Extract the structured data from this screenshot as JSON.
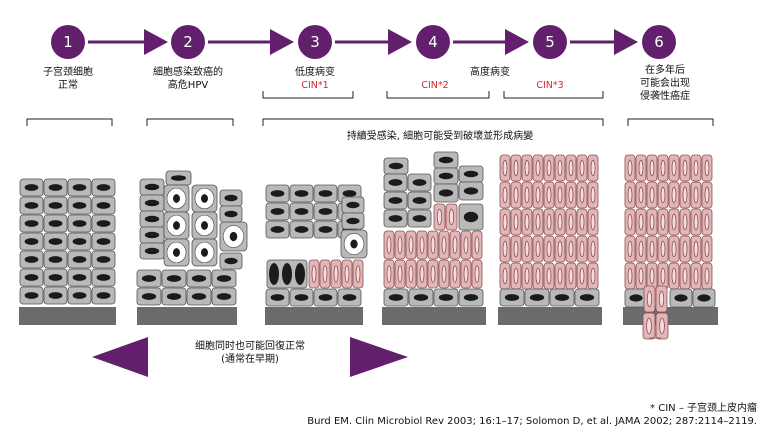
{
  "colors": {
    "purple": "#62206c",
    "red_text": "#d42a2a",
    "normal_cell_fill": "#b9b9b9",
    "normal_cell_stroke": "#555555",
    "dysplastic_cell_fill": "#e2b5b7",
    "dysplastic_cell_stroke": "#8a5256",
    "nucleus": "#1b1b1b",
    "basement": "#6b6b6b"
  },
  "steps": [
    {
      "number": "1",
      "label_lines": [
        "子宫颈细胞",
        "正常"
      ]
    },
    {
      "number": "2",
      "label_lines": [
        "細胞感染致癌的",
        "高危HPV"
      ]
    },
    {
      "number": "3",
      "label_lines": [
        "低度病变"
      ],
      "cin": "CIN*1"
    },
    {
      "number": "4",
      "cin": "CIN*2"
    },
    {
      "number": "5",
      "cin": "CIN*3"
    },
    {
      "number": "6",
      "label_lines": [
        "在多年后",
        "可能会出现",
        "侵袭性癌症"
      ]
    }
  ],
  "high_grade_label": "高度病变",
  "persistent_note": "持續受感染, 細胞可能受到破壞並形成病變",
  "regression_note_lines": [
    "细胞同时也可能回復正常",
    "(通常在早期)"
  ],
  "footnote": "* CIN – 子宫颈上皮内瘤",
  "citation": "Burd EM. Clin Microbiol Rev 2003; 16:1–17; Solomon D, et al. JAMA 2002; 287:2114–2119."
}
